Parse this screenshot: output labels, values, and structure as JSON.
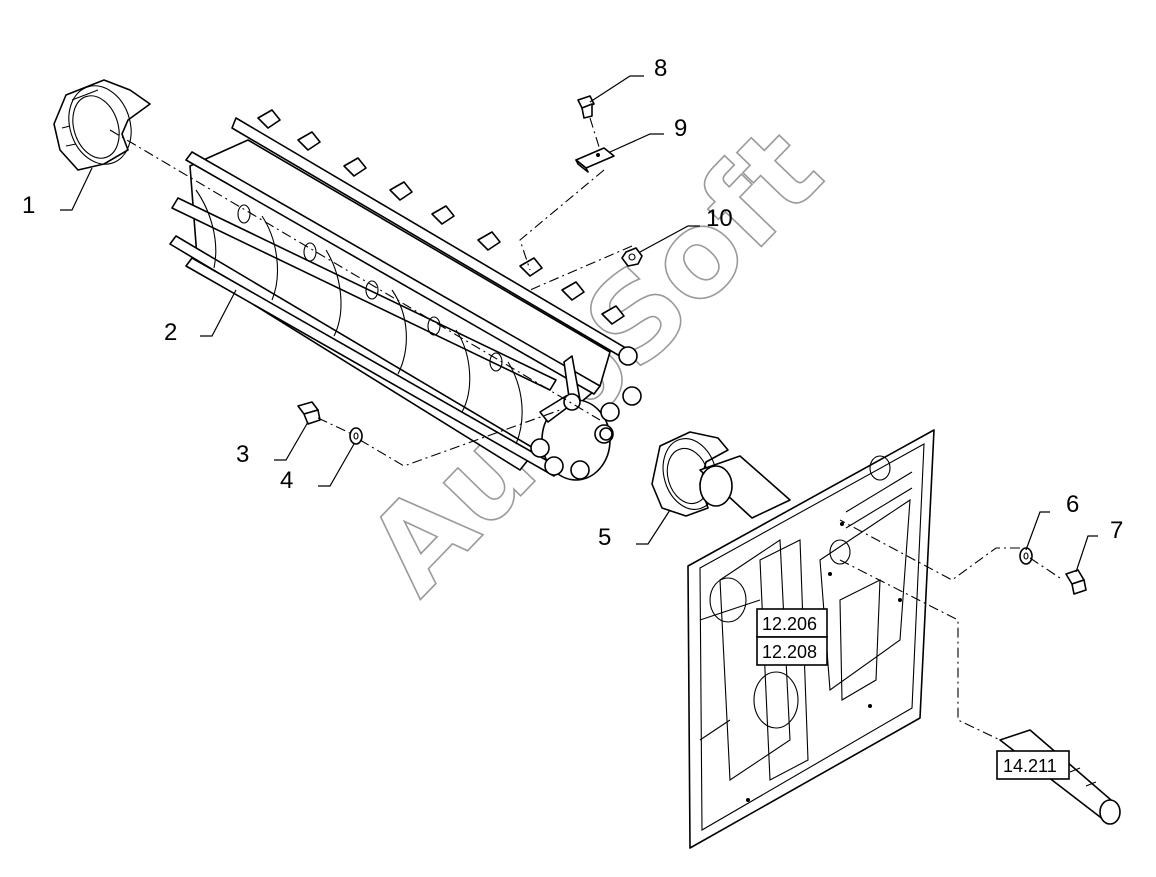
{
  "callouts": [
    {
      "id": "c1",
      "text": "1"
    },
    {
      "id": "c2",
      "text": "2"
    },
    {
      "id": "c3",
      "text": "3"
    },
    {
      "id": "c4",
      "text": "4"
    },
    {
      "id": "c5",
      "text": "5"
    },
    {
      "id": "c6",
      "text": "6"
    },
    {
      "id": "c7",
      "text": "7"
    },
    {
      "id": "c8",
      "text": "8"
    },
    {
      "id": "c9",
      "text": "9"
    },
    {
      "id": "c10",
      "text": "10"
    }
  ],
  "references": [
    "12.206",
    "12.208",
    "14.211"
  ],
  "watermark": "AutoSoft"
}
